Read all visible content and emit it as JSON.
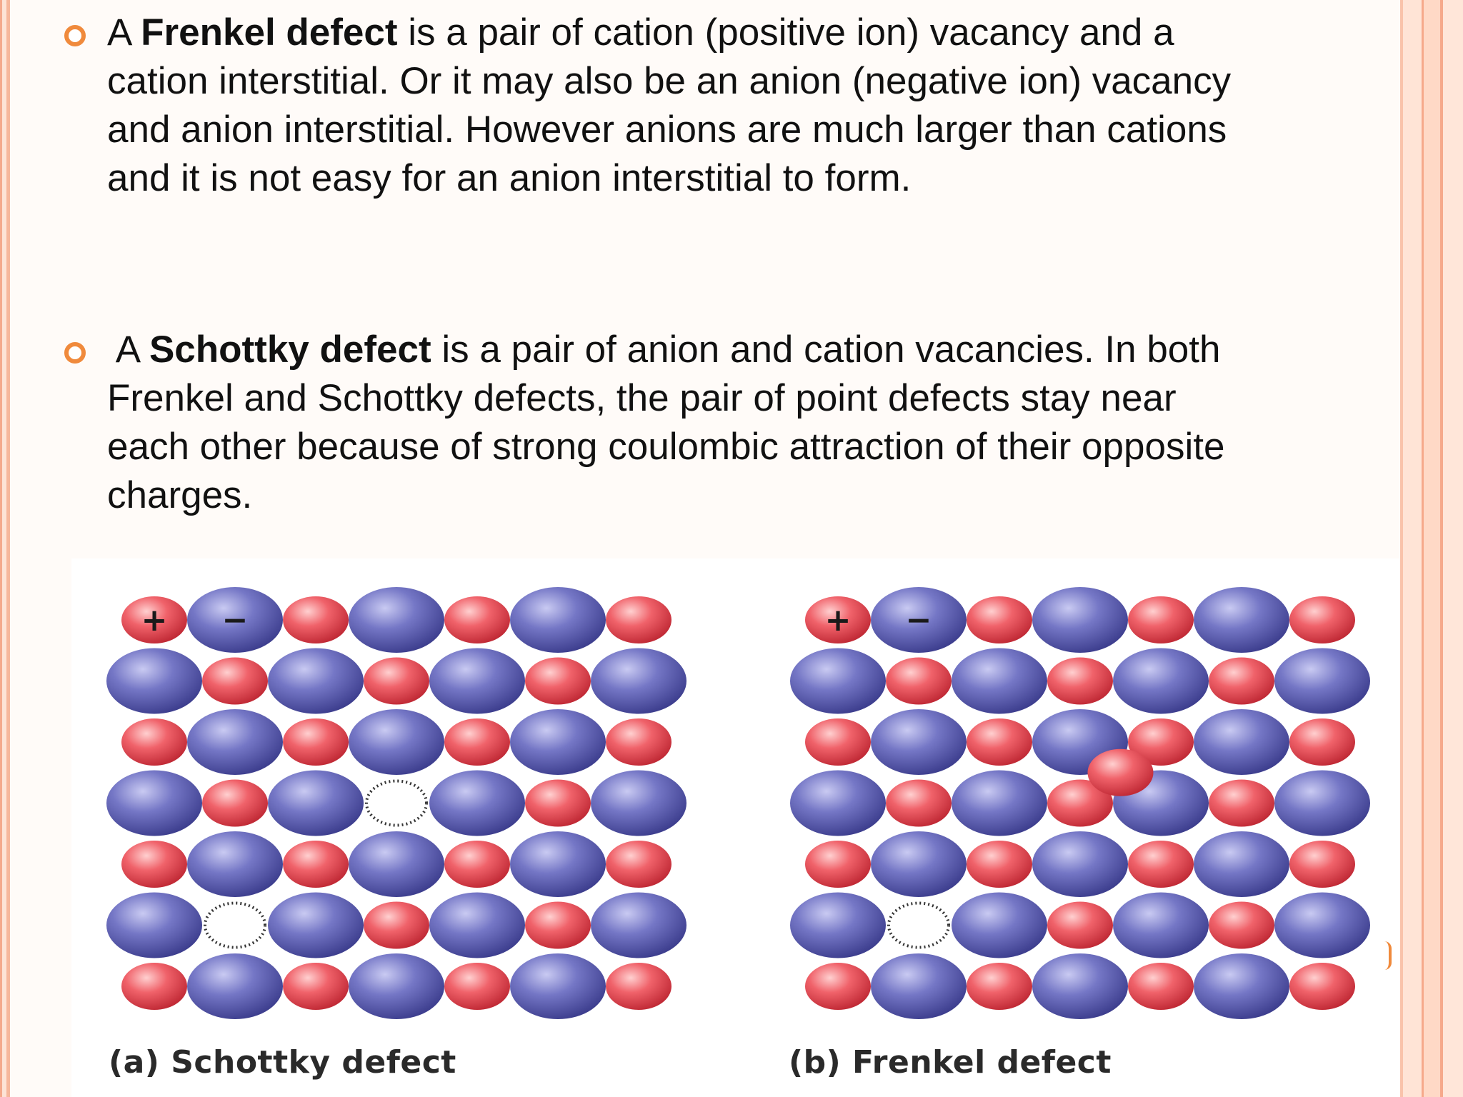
{
  "bullets": [
    {
      "prefix": "A ",
      "term": "Frenkel defect",
      "text": " is a pair of cation (positive ion) vacancy and a cation interstitial. Or it may also be an anion (negative ion) vacancy and anion interstitial. However anions are much larger than cations and it is not easy for an anion interstitial to form."
    },
    {
      "prefix": " A ",
      "term": "Schottky defect",
      "text": " is a pair of anion and cation vacancies. In both Frenkel and Schottky defects, the pair of point defects stay near each other because of strong coulombic attraction of their opposite charges."
    }
  ],
  "figure": {
    "symbols": {
      "cation": "+",
      "anion": "−"
    },
    "colors": {
      "cation": "#e84a55",
      "anion": "#5a5cb0",
      "bullet": "#f08a3c",
      "accent_border": "#f4a98c"
    },
    "lattice": {
      "rows": 7,
      "sites_per_row": 7
    },
    "panels": [
      {
        "caption": "(a) Schottky defect",
        "vacancies": [
          {
            "row": 3,
            "site": 3,
            "kind": "anion"
          },
          {
            "row": 5,
            "site": 1,
            "kind": "cation"
          }
        ],
        "interstitials": []
      },
      {
        "caption": "(b) Frenkel defect",
        "vacancies": [
          {
            "row": 5,
            "site": 1,
            "kind": "cation"
          }
        ],
        "interstitials": [
          {
            "between_row": 2.5,
            "between_site": 3.5,
            "kind": "cation"
          }
        ]
      }
    ]
  }
}
